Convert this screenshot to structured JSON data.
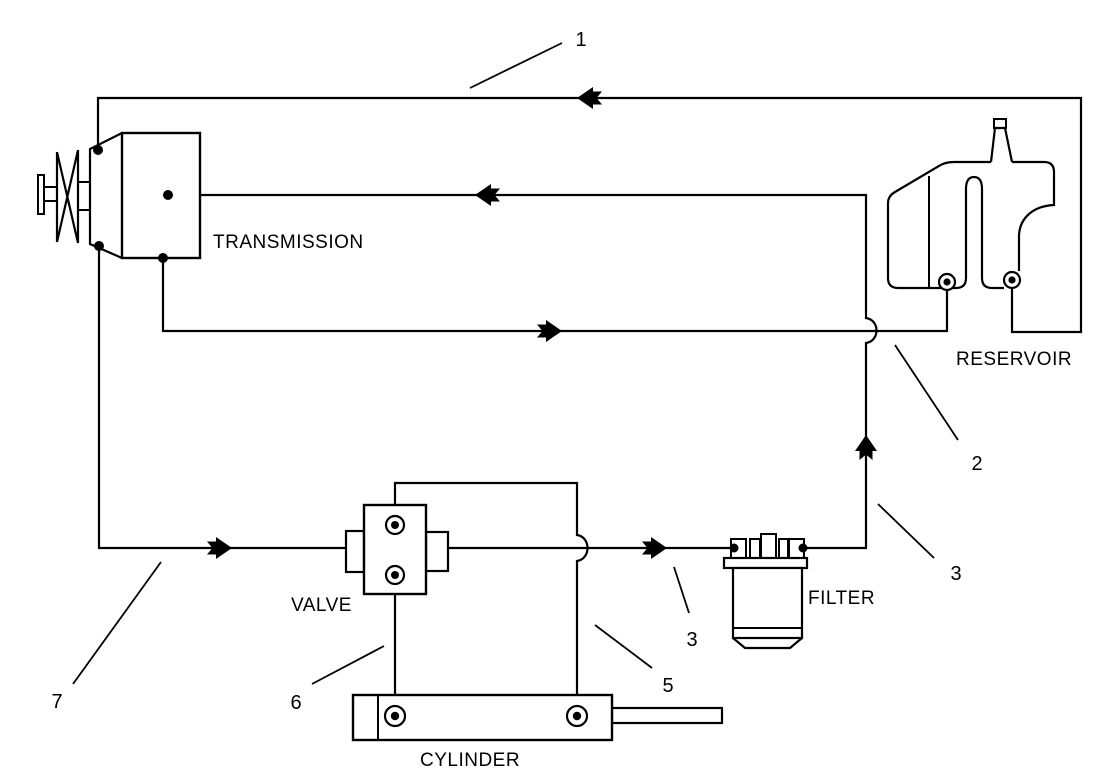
{
  "figure": {
    "background": "#ffffff",
    "line_color": "#000000",
    "type": "hydraulic-schematic"
  },
  "components": {
    "transmission": {
      "label": "TRANSMISSION"
    },
    "reservoir": {
      "label": "RESERVOIR"
    },
    "valve": {
      "label": "VALVE"
    },
    "filter": {
      "label": "FILTER"
    },
    "cylinder": {
      "label": "CYLINDER"
    }
  },
  "callouts": [
    {
      "text": "1"
    },
    {
      "text": "2"
    },
    {
      "text": "3"
    },
    {
      "text": "3"
    },
    {
      "text": "5"
    },
    {
      "text": "6"
    },
    {
      "text": "7"
    }
  ],
  "flow_arrows": [
    {
      "direction": "left",
      "on": "top-return-line"
    },
    {
      "direction": "left",
      "on": "filter-to-transmission-line"
    },
    {
      "direction": "right",
      "on": "transmission-to-reservoir-line"
    },
    {
      "direction": "right",
      "on": "pressure-line-to-valve"
    },
    {
      "direction": "right",
      "on": "valve-to-filter-line"
    },
    {
      "direction": "up",
      "on": "filter-riser"
    }
  ]
}
